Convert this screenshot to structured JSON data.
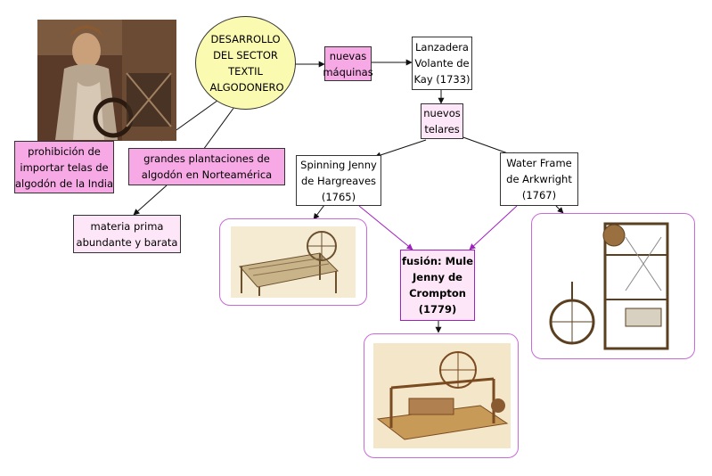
{
  "center": {
    "label": "DESARROLLO DEL SECTOR TEXTIL ALGODONERO"
  },
  "nodes": {
    "nuevas_maquinas": "nuevas máquinas",
    "lanzadera": "Lanzadera Volante de Kay (1733)",
    "nuevos_telares": "nuevos telares",
    "spinning_jenny": "Spinning Jenny de Hargreaves (1765)",
    "water_frame": "Water Frame de Arkwright (1767)",
    "mule_jenny": "fusión: Mule Jenny de Crompton (1779)",
    "prohibicion": "prohibición de importar telas de algodón de la India",
    "plantaciones": "grandes plantaciones de algodón en Norteamérica",
    "materia_prima": "materia prima abundante y barata"
  },
  "colors": {
    "pink": "#f6a9e4",
    "light_pink": "#fde6f7",
    "ellipse": "#fafab0",
    "frame": "#c86ad8",
    "purple_line": "#a020c0"
  }
}
